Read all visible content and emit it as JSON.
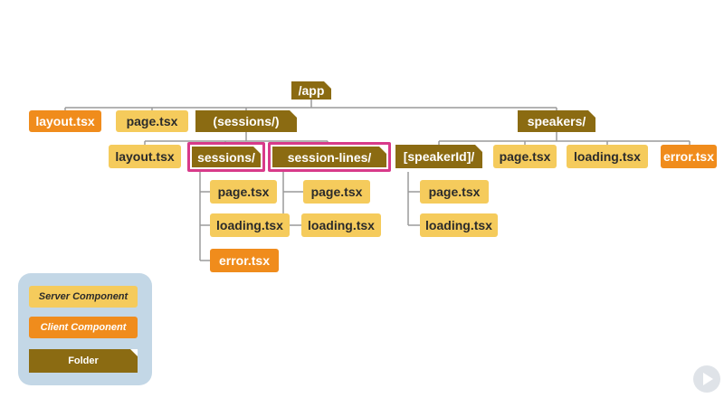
{
  "nodes": {
    "app": "/app",
    "app_layout": "layout.tsx",
    "app_page": "page.tsx",
    "sessions_group": "(sessions/)",
    "speakers": "speakers/",
    "group_layout": "layout.tsx",
    "sessions": "sessions/",
    "session_lines": "session-lines/",
    "speakerid": "[speakerId]/",
    "speakers_page": "page.tsx",
    "speakers_loading": "loading.tsx",
    "speakers_error": "error.tsx",
    "sessions_page": "page.tsx",
    "sessions_loading": "loading.tsx",
    "sessions_error": "error.tsx",
    "sl_page": "page.tsx",
    "sl_loading": "loading.tsx",
    "sid_page": "page.tsx",
    "sid_loading": "loading.tsx"
  },
  "legend": {
    "server": "Server Component",
    "client": "Client Component",
    "folder": "Folder"
  },
  "colors": {
    "server": "#f5cb5c",
    "client": "#f08c1c",
    "folder": "#8b6b12",
    "highlight": "#d83a8a",
    "legend_bg": "#c3d7e6"
  }
}
